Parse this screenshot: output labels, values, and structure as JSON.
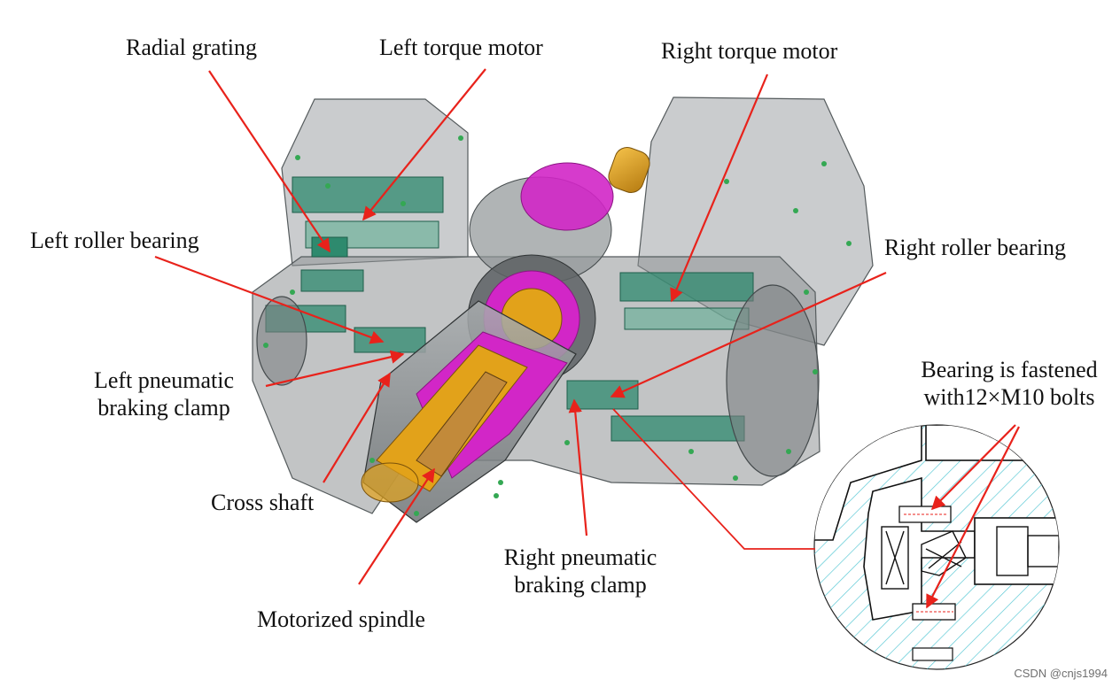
{
  "labels": {
    "radial_grating": "Radial grating",
    "left_torque_motor": "Left torque motor",
    "right_torque_motor": "Right torque motor",
    "left_roller_bearing": "Left  roller bearing",
    "right_roller_bearing": "Right roller bearing",
    "left_pneumatic_line1": "Left pneumatic",
    "left_pneumatic_line2": "braking clamp",
    "cross_shaft": "Cross shaft",
    "motorized_spindle": "Motorized spindle",
    "right_pneumatic_line1": "Right pneumatic",
    "right_pneumatic_line2": "braking clamp",
    "bearing_note_line1": "Bearing is fastened",
    "bearing_note_line2": "with12×M10 bolts"
  },
  "watermark": "CSDN @cnjs1994",
  "colors": {
    "arrow": "#e8221b",
    "housing": "#8f9496",
    "housing_dark": "#5d6264",
    "motor_green": "#2e8a6e",
    "magenta": "#d226c7",
    "spindle_gold": "#e2a21a",
    "detail_hatch": "#4fc5d2",
    "text": "#111111"
  }
}
